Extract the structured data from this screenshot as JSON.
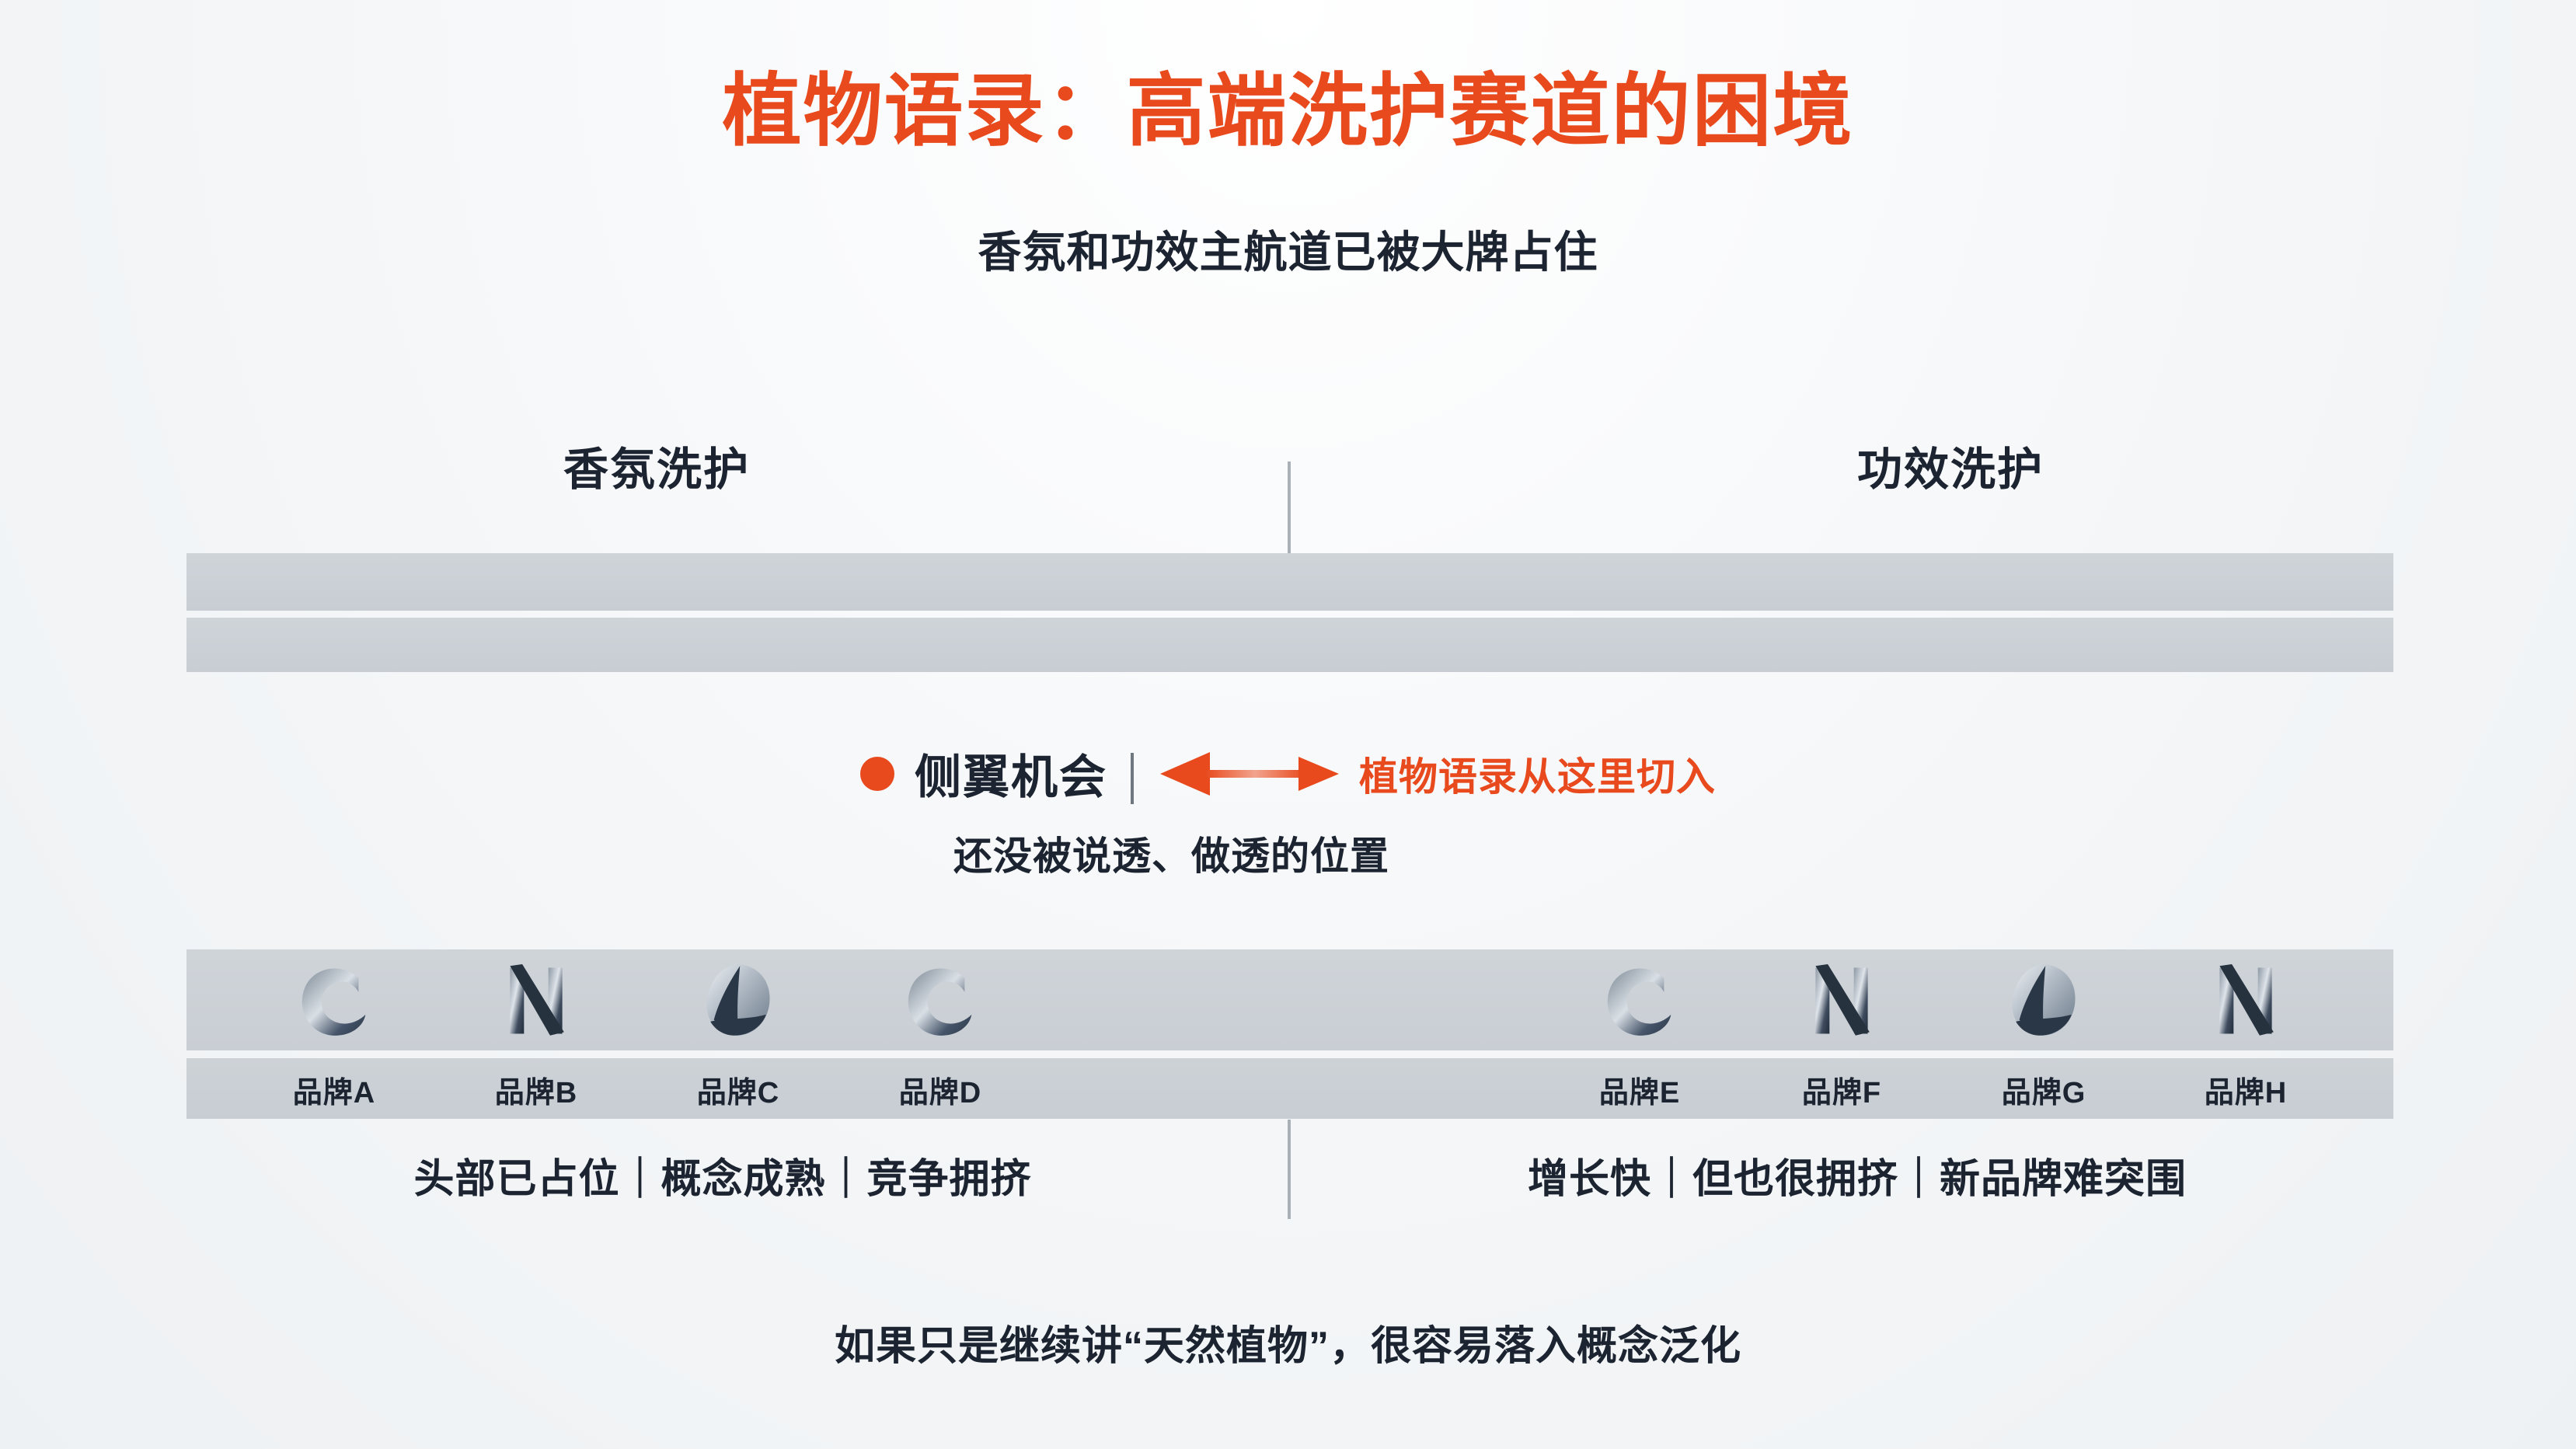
{
  "slide": {
    "title": "植物语录：高端洗护赛道的困境",
    "subtitle": "香氛和功效主航道已被大牌占住",
    "accent_color": "#e8491d",
    "text_color": "#1b2430",
    "bar_color": "#c8ced4",
    "background_color": "#f5f7f8"
  },
  "columns": {
    "left": {
      "header": "香氛洗护",
      "caption": "头部已占位｜概念成熟｜竞争拥挤",
      "brands": [
        {
          "name": "品牌A",
          "logo_icon": "brand-mark-c-icon"
        },
        {
          "name": "品牌B",
          "logo_icon": "brand-mark-n-icon"
        },
        {
          "name": "品牌C",
          "logo_icon": "brand-mark-leaf-icon"
        },
        {
          "name": "品牌D",
          "logo_icon": "brand-mark-c-icon"
        }
      ]
    },
    "right": {
      "header": "功效洗护",
      "caption": "增长快｜但也很拥挤｜新品牌难突围",
      "brands": [
        {
          "name": "品牌E",
          "logo_icon": "brand-mark-c-icon"
        },
        {
          "name": "品牌F",
          "logo_icon": "brand-mark-n-icon"
        },
        {
          "name": "品牌G",
          "logo_icon": "brand-mark-leaf-icon"
        },
        {
          "name": "品牌H",
          "logo_icon": "brand-mark-n-icon"
        }
      ]
    }
  },
  "flank": {
    "bullet_icon": "orange-dot-icon",
    "label": "侧翼机会",
    "separator": "｜",
    "arrow_icon": "double-arrow-icon",
    "cta": "植物语录从这里切入",
    "sub": "还没被说透、做透的位置"
  },
  "footnote": "如果只是继续讲“天然植物”，很容易落入概念泛化"
}
